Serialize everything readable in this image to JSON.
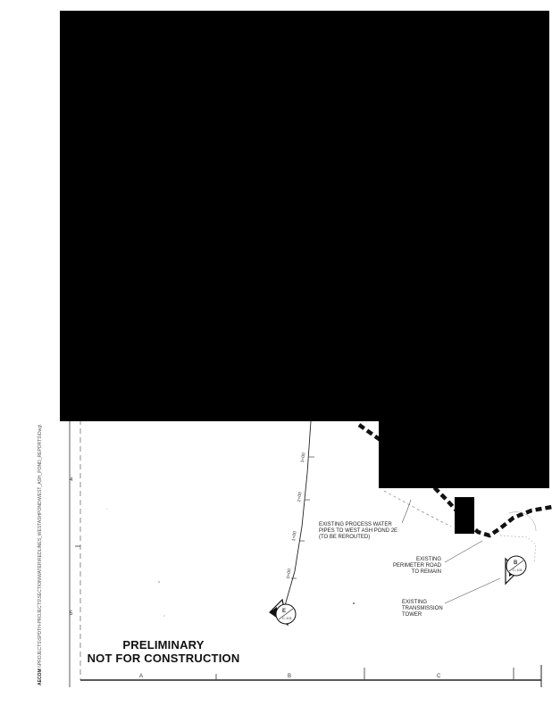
{
  "stamp": {
    "line1": "PRELIMINARY",
    "line2": "NOT FOR CONSTRUCTION"
  },
  "notes": {
    "process_water": [
      "EXISTING PROCESS WATER",
      "PIPES TO WEST ASH POND 2E",
      "(TO BE REROUTED)"
    ],
    "perimeter_road": [
      "EXISTING",
      "PERIMETER ROAD",
      "TO REMAIN"
    ],
    "transmission": [
      "EXISTING",
      "TRANSMISSION",
      "TOWER"
    ]
  },
  "stations": [
    "0+00",
    "1+00",
    "2+00",
    "3+00"
  ],
  "section_callouts": {
    "left": {
      "letter": "E",
      "sheet": "C-101"
    },
    "right": {
      "letter": "B",
      "sheet": "C-101"
    }
  },
  "grid": {
    "columns": [
      "A",
      "B",
      "C"
    ],
    "rows": [
      "4",
      "5"
    ]
  },
  "side_text": {
    "brand": "AECOM",
    "path": "\\\\PROJECTS\\SPDTH-PROJECTS\\SECTION\\WATER\\REDLINES_WESTASHPOND\\WEST_ASH_POND_REPORTS\\Dwg\\"
  },
  "colors": {
    "redaction": "#000000",
    "linework": "#222222"
  }
}
